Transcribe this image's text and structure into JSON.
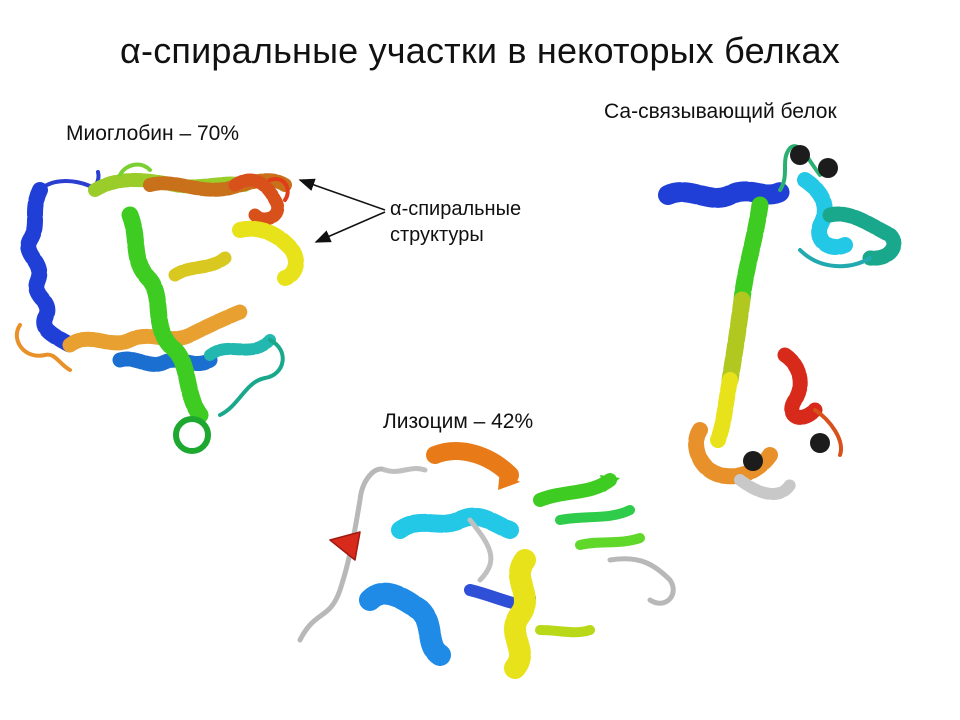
{
  "slide": {
    "title": "α-спиральные участки в некоторых белках",
    "myoglobin_label": "Миоглобин – 70%",
    "callout_line1": "α-спиральные",
    "callout_line2": "структуры",
    "ca_protein_label": "Са-связывающий белок",
    "lysozyme_label": "Лизоцим – 42%"
  },
  "colors": {
    "blue": "#1f3fd6",
    "cyan": "#22c8e6",
    "teal": "#1aa88c",
    "green": "#3fcc22",
    "lime": "#a8d418",
    "yellow": "#e8e21a",
    "orange": "#e8902a",
    "red": "#d82a1a",
    "gray": "#b8b8b8",
    "ion": "#1c1c1c"
  }
}
